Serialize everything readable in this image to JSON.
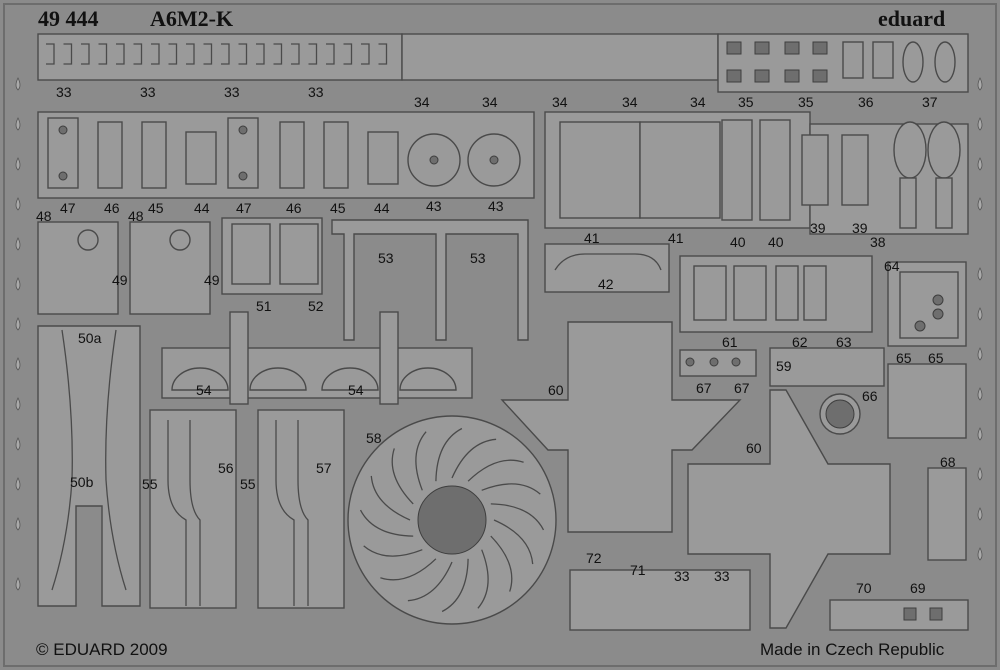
{
  "header": {
    "part_number": "49 444",
    "model": "A6M2-K",
    "brand": "eduard"
  },
  "footer": {
    "copyright": "© EDUARD 2009",
    "origin": "Made in Czech Republic"
  },
  "labels": [
    "33",
    "33",
    "33",
    "33",
    "34",
    "34",
    "34",
    "34",
    "34",
    "35",
    "35",
    "36",
    "37",
    "47",
    "46",
    "45",
    "44",
    "47",
    "46",
    "45",
    "44",
    "43",
    "43",
    "41",
    "41",
    "40",
    "40",
    "39",
    "39",
    "38",
    "48",
    "49",
    "48",
    "49",
    "51",
    "52",
    "53",
    "53",
    "42",
    "64",
    "61",
    "62",
    "63",
    "50a",
    "54",
    "54",
    "59",
    "60",
    "67",
    "67",
    "65",
    "65",
    "66",
    "58",
    "60",
    "56",
    "57",
    "55",
    "55",
    "50b",
    "68",
    "72",
    "71",
    "33",
    "33",
    "70",
    "69"
  ],
  "colors": {
    "fret": "#8b8b8b",
    "part": "#999999",
    "edge": "#4a4a4a",
    "hole": "#6f6f6f",
    "ink": "#111111"
  }
}
